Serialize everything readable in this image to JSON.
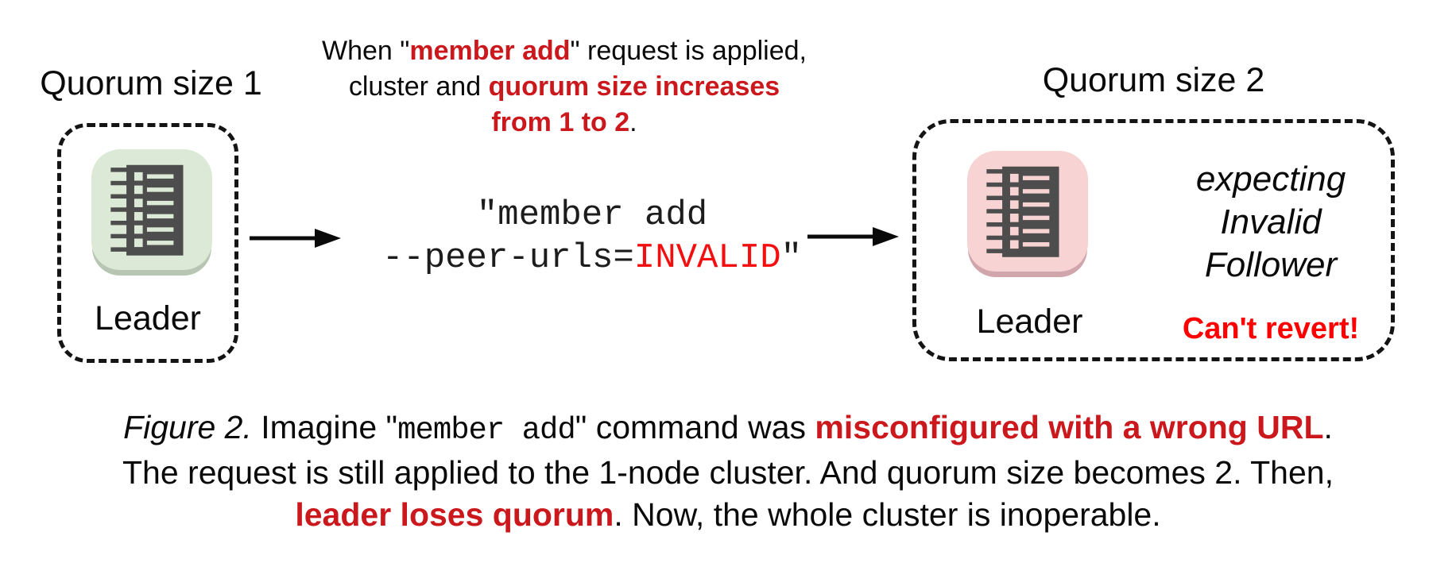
{
  "colors": {
    "healthy_node_bg": "#dbe9d6",
    "healthy_node_shadow": "#b7c6b2",
    "failed_node_bg": "#f8d3d3",
    "failed_node_shadow": "#d0a6ac",
    "server_icon_dark": "#4d4d4d",
    "emphasis_red": "#cb181d",
    "bright_red": "#fe0000"
  },
  "left_cluster": {
    "title": "Quorum size 1",
    "node_label": "Leader"
  },
  "annotation": {
    "line1_pre": "When \"",
    "line1_em": "member add",
    "line1_post": "\" request is applied,",
    "line2_pre": "cluster and ",
    "line2_em": "quorum size increases",
    "line3_em": "from 1 to 2",
    "line3_post": "."
  },
  "command": {
    "line1": "\"member add",
    "line2_pre": "--peer-urls=",
    "line2_em": "INVALID",
    "line2_post": "\""
  },
  "right_cluster": {
    "title": "Quorum size 2",
    "node_label": "Leader",
    "note_lines": [
      "expecting",
      "Invalid",
      "Follower"
    ],
    "warning": "Can't revert!"
  },
  "caption": {
    "figure_label": "Figure 2.",
    "line1_a": " Imagine \"",
    "line1_code": "member add",
    "line1_b": "\" command was ",
    "line1_em": "misconfigured with a wrong URL",
    "line1_c": ".",
    "line2": "The request is still applied to the 1-node cluster. And quorum size becomes 2. Then,",
    "line3_em": "leader loses quorum",
    "line3_a": ". Now, the whole cluster is inoperable."
  }
}
